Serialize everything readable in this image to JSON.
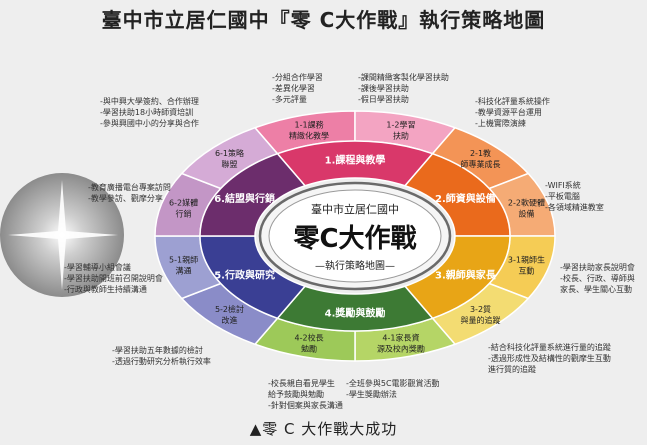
{
  "title": "臺中市立居仁國中『零 C大作戰』執行策略地圖",
  "caption": "▲零 C 大作戰大成功",
  "center": {
    "school": "臺中市立居仁國中",
    "main": "零C大作戰",
    "sub": "—執行策略地圖—"
  },
  "categories": [
    {
      "label": "1.課程與教學",
      "color": "#d9386a"
    },
    {
      "label": "2.師資與設備",
      "color": "#ea6a1c"
    },
    {
      "label": "3.親師與家長",
      "color": "#e8a516"
    },
    {
      "label": "4.獎勵與鼓勵",
      "color": "#3d7a34"
    },
    {
      "label": "5.行政與研究",
      "color": "#3a3f94"
    },
    {
      "label": "6.結盟與行銷",
      "color": "#6c2d6c"
    }
  ],
  "outer_segments": [
    {
      "code": "1-1",
      "label": "課務精緻化教學",
      "color": "#ed7fa6"
    },
    {
      "code": "1-2",
      "label": "學習扶助",
      "color": "#f3a4c2"
    },
    {
      "code": "2-1",
      "label": "教師專業成長",
      "color": "#f39456"
    },
    {
      "code": "2-2",
      "label": "軟硬體設備",
      "color": "#f5ab75"
    },
    {
      "code": "3-1",
      "label": "親師生互動",
      "color": "#f5cc55"
    },
    {
      "code": "3-2",
      "label": "質與量的追蹤",
      "color": "#f3dc72"
    },
    {
      "code": "4-1",
      "label": "家長資源及校內獎勵",
      "color": "#b5d566"
    },
    {
      "code": "4-2",
      "label": "校長勉勵",
      "color": "#9dc959"
    },
    {
      "code": "5-2",
      "label": "檢討改進",
      "color": "#8a8cc8"
    },
    {
      "code": "5-1",
      "label": "親師溝通",
      "color": "#9da0d2"
    },
    {
      "code": "6-2",
      "label": "媒體行銷",
      "color": "#c396c6"
    },
    {
      "code": "6-1",
      "label": "策略聯盟",
      "color": "#d5abd6"
    }
  ],
  "notes": [
    {
      "lines": [
        "-分組合作學習",
        "-差異化學習",
        "-多元評量"
      ]
    },
    {
      "lines": [
        "-課間精緻客製化學習扶助",
        "-課後學習扶助",
        "-假日學習扶助"
      ]
    },
    {
      "lines": [
        "-科技化評量系統操作",
        "-教學資源平台運用",
        "-上機實際演練"
      ]
    },
    {
      "lines": [
        "-WIFI系統",
        "-平板電腦",
        "-各領域精進教室"
      ]
    },
    {
      "lines": [
        "-學習扶助家長說明會",
        "-校長、行政、導師與",
        " 家長、學生關心互動"
      ]
    },
    {
      "lines": [
        "-結合科技化評量系統進行量的追蹤",
        "-透過形成性及結構性的觀摩生互動",
        " 進行質的追蹤"
      ]
    },
    {
      "lines": [
        "-全班參與5C電影觀賞活動",
        "-學生獎勵辦法"
      ]
    },
    {
      "lines": [
        "-校長親自看見學生",
        " 給予鼓勵與勉勵",
        "-針對個案與家長溝通"
      ]
    },
    {
      "lines": [
        "-學習扶助五年數據的檢討",
        "-透過行動研究分析執行效率"
      ]
    },
    {
      "lines": [
        "-學習輔導小組會議",
        "-學習扶助開班前召開說明會",
        "-行政與教師生持續溝通"
      ]
    },
    {
      "lines": [
        "-教育廣播電台專案訪問",
        "-教學參訪、觀摩分享"
      ]
    },
    {
      "lines": [
        "-與中興大學簽約、合作辦理",
        "-學習扶助18小時師資培訓",
        "-參與興國中小的分享與合作"
      ]
    }
  ]
}
